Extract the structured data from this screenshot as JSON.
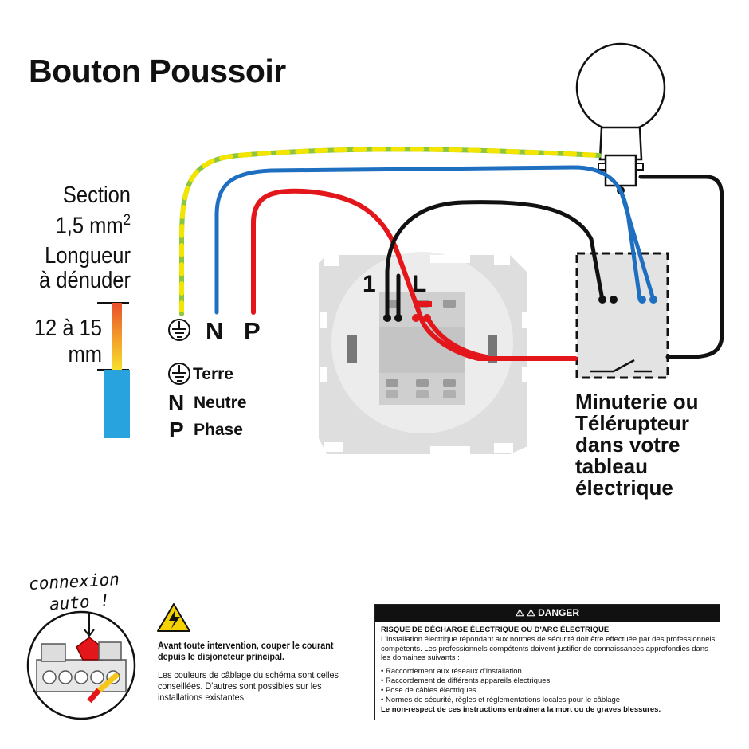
{
  "title": "Bouton Poussoir",
  "section": {
    "line1": "Section",
    "line2_prefix": "1,5 mm",
    "line2_sup": "2"
  },
  "strip": {
    "line1": "Longueur",
    "line2": "à dénuder",
    "line3": "12 à 15",
    "line4": "mm"
  },
  "wire_labels": {
    "neutral": "N",
    "phase": "P"
  },
  "legend": {
    "earth": "Terre",
    "neutral_letter": "N",
    "neutral": "Neutre",
    "phase_letter": "P",
    "phase": "Phase"
  },
  "terminals": {
    "t1": "1",
    "tL": "L"
  },
  "control": {
    "line1": "Minuterie ou",
    "line2": "Télérupteur",
    "line3": "dans votre",
    "line4": "tableau",
    "line5": "électrique"
  },
  "auto": {
    "line1": "connexion",
    "line2": "auto !"
  },
  "warning": {
    "main": "Avant toute intervention, couper le courant depuis le disjoncteur principal.",
    "note": "Les couleurs de câblage du schéma sont celles conseillées. D'autres sont possibles sur les installations existantes."
  },
  "danger": {
    "header": "⚠ ⚠ DANGER",
    "subtitle": "RISQUE DE DÉCHARGE ÉLECTRIQUE OU D'ARC ÉLECTRIQUE",
    "intro": "L'installation électrique répondant aux normes de sécurité doit être effectuée par des professionnels compétents. Les professionnels compétents doivent justifier de connaissances approfondies dans les domaines suivants :",
    "items": [
      "• Raccordement aux réseaux d'installation",
      "• Raccordement de différents appareils électriques",
      "• Pose de câbles électriques",
      "• Normes de sécurité, règles et réglementations locales pour le câblage"
    ],
    "footer": "Le non-respect de ces instructions entraînera la mort ou de graves blessures."
  },
  "colors": {
    "earth_green": "#8cc63f",
    "earth_yellow": "#f3e500",
    "neutral": "#1f6fc1",
    "phase": "#e3161b",
    "return": "#111111",
    "strip_blue": "#29a3dd",
    "switch_plate": "#dedede"
  }
}
